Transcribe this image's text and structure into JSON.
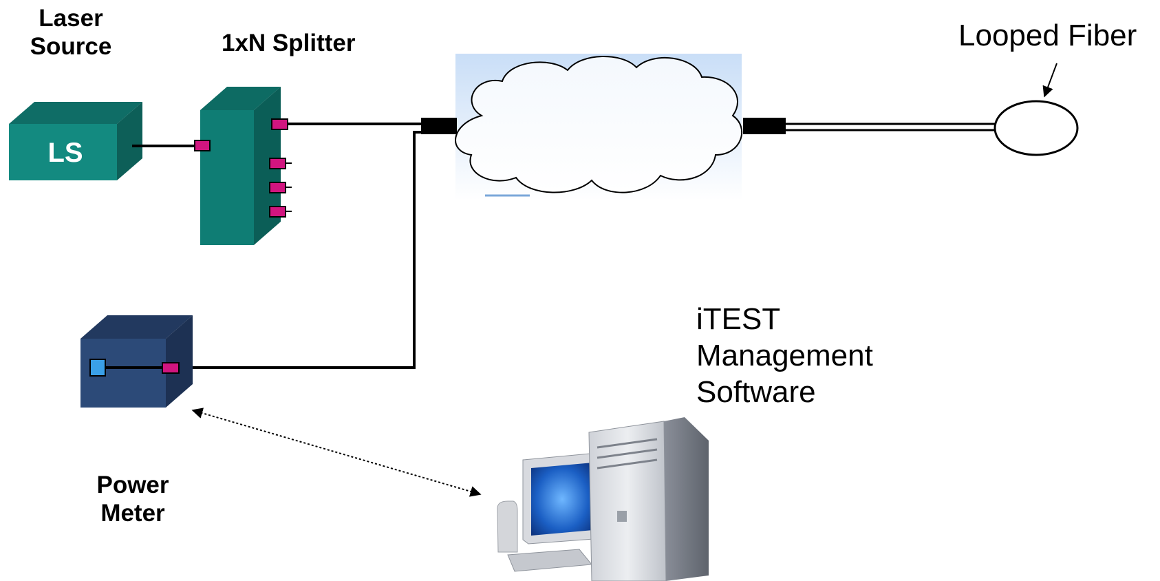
{
  "labels": {
    "laser_source": "Laser\nSource",
    "splitter": "1xN Splitter",
    "looped_fiber": "Looped Fiber",
    "itest": "iTEST\nManagement\nSoftware",
    "power_meter": "Power\nMeter",
    "ls_box": "LS"
  },
  "colors": {
    "laser_front": "#138a80",
    "laser_top": "#0f6d66",
    "laser_side": "#0d5f58",
    "splitter_front": "#0f7d74",
    "splitter_top": "#0d6b63",
    "splitter_side": "#0b5e57",
    "power_front": "#2c4a78",
    "power_top": "#22395f",
    "power_side": "#1d3153",
    "connector": "#d1157f",
    "pm_port": "#3aa0e8",
    "fiber": "#000000"
  },
  "icons": {
    "cloud": "network-cloud-icon",
    "computer": "desktop-computer-icon"
  }
}
